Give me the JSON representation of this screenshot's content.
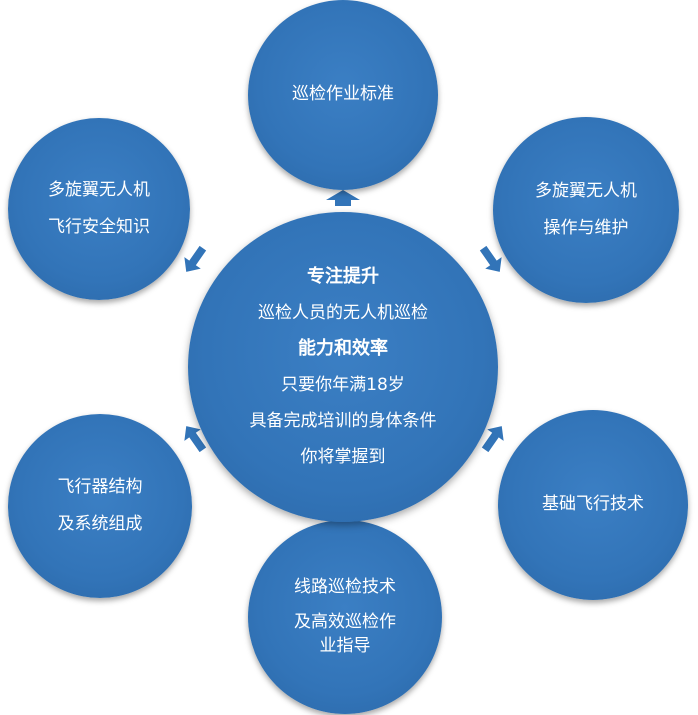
{
  "center": {
    "lines": [
      {
        "text": "专注提升",
        "bold": true
      },
      {
        "text": "巡检人员的无人机巡检",
        "bold": false
      },
      {
        "text": "能力和效率",
        "bold": true
      },
      {
        "text": "只要你年满18岁",
        "bold": false
      },
      {
        "text": "具备完成培训的身体条件",
        "bold": false
      },
      {
        "text": "你将掌握到",
        "bold": false
      }
    ]
  },
  "nodes": {
    "top": [
      "巡检作业标准"
    ],
    "top_left": [
      "多旋翼无人机",
      "飞行安全知识"
    ],
    "top_right": [
      "多旋翼无人机",
      "操作与维护"
    ],
    "bottom_left": [
      "飞行器结构",
      "及系统组成"
    ],
    "bottom_right": [
      "基础飞行技术"
    ],
    "bottom": [
      "线路巡检技术",
      "及高效巡检作",
      "业指导"
    ]
  },
  "colors": {
    "circle": "#3274b8",
    "text": "#ffffff"
  }
}
